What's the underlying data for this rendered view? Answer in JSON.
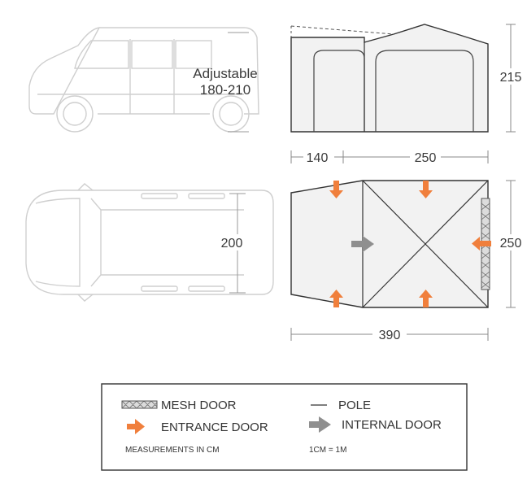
{
  "side_view": {
    "van_height_label": "Adjustable",
    "van_height_range": "180-210",
    "awning_height": "215"
  },
  "plan_view": {
    "depth_front": "140",
    "depth_rear": "250",
    "width_right": "250",
    "van_width": "200",
    "total_length": "390"
  },
  "legend": {
    "mesh_door": "MESH DOOR",
    "pole": "POLE",
    "entrance_door": "ENTRANCE DOOR",
    "internal_door": "INTERNAL DOOR",
    "units_note": "MEASUREMENTS IN CM",
    "scale_note": "1CM = 1M"
  },
  "colors": {
    "entrance_arrow": "#f07f3c",
    "internal_arrow": "#8f8f8f",
    "tent_fill": "#f2f2f2",
    "outline": "#333333",
    "vehicle_line": "#cfcfcf"
  }
}
